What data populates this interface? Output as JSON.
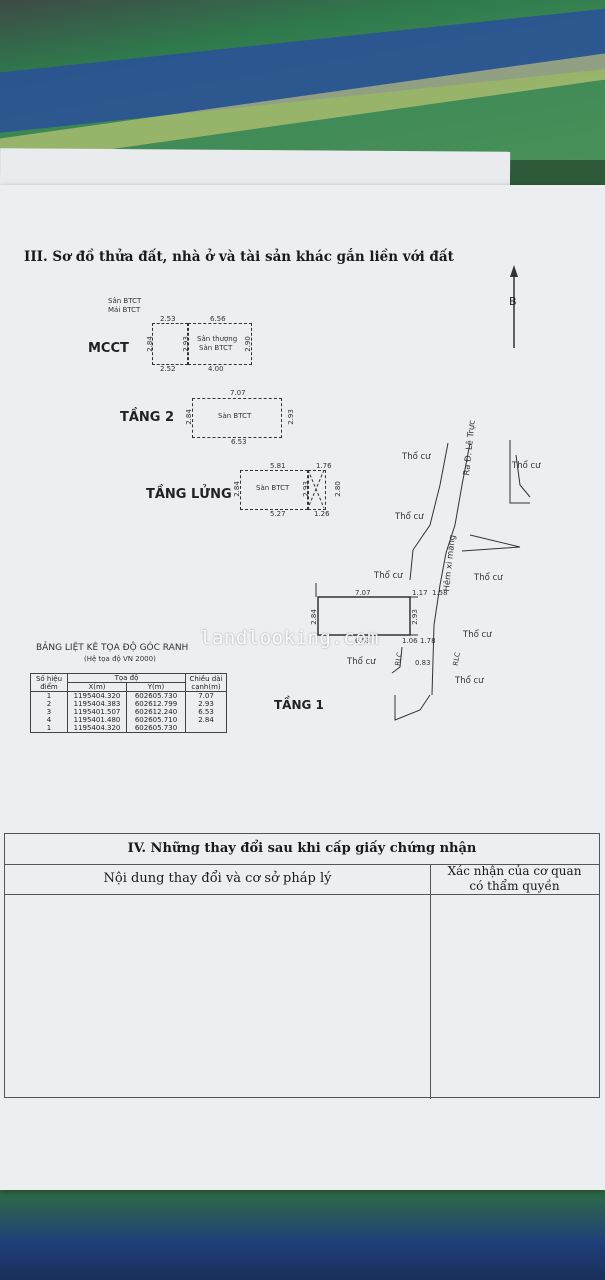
{
  "section3": {
    "title": "III. Sơ đồ thửa đất, nhà ở và tài sản khác gắn liền với đất",
    "north": "B"
  },
  "floors": {
    "mcct": {
      "label": "MCCT",
      "san_btct": "Sân BTCT",
      "mai_btct": "Mái BTCT",
      "inner_top": "Sân thượng",
      "inner_bottom": "Sàn BTCT",
      "dims": [
        "2.53",
        "6.56",
        "2.84",
        "2.93",
        "2.52",
        "4.00",
        "2.90"
      ]
    },
    "tang2": {
      "label": "TẦNG 2",
      "inner": "Sàn BTCT",
      "dims": [
        "7.07",
        "2.84",
        "2.93",
        "6.53"
      ]
    },
    "tanglung": {
      "label": "TẦNG LỬNG",
      "inner": "Sàn BTCT",
      "dims": [
        "5.81",
        "1.76",
        "2.84",
        "2.93",
        "5.27",
        "1.26",
        "2.80"
      ]
    },
    "tang1": {
      "label": "TẦNG 1",
      "dims": [
        "7.07",
        "1.17",
        "1.58",
        "2.84",
        "2.93",
        "6.53",
        "1.06",
        "1.78",
        "0.83"
      ],
      "labels": {
        "tho_cu_1": "Thổ cư",
        "le_truc": "Ra Đ. Lê Trực",
        "tho_cu_2": "Thổ cư",
        "tho_cu_3": "Thổ cư",
        "hem": "Hẻm xi măng",
        "tho_cu_4": "Thổ cư",
        "tho_cu_5": "Thổ cư",
        "tho_cu_6": "Thổ cư",
        "tho_cu_7": "Thổ cư",
        "tho_cu_8": "Thổ cư",
        "rlc1": "RLC",
        "rlc2": "RLC"
      }
    }
  },
  "watermark": "landlooking.com",
  "coord_table": {
    "title": "BẢNG LIỆT KÊ TỌA ĐỘ GÓC RANH",
    "subtitle": "(Hệ tọa độ VN 2000)",
    "head_so_hieu": "Số hiệu điểm",
    "head_toa_do": "Tọa độ",
    "head_x": "X(m)",
    "head_y": "Y(m)",
    "head_chieu_dai": "Chiều dài cạnh(m)",
    "rows": [
      {
        "id": "1",
        "x": "1195404.320",
        "y": "602605.730",
        "len": "7.07"
      },
      {
        "id": "2",
        "x": "1195404.383",
        "y": "602612.799",
        "len": "2.93"
      },
      {
        "id": "3",
        "x": "1195401.507",
        "y": "602612.240",
        "len": "6.53"
      },
      {
        "id": "4",
        "x": "1195401.480",
        "y": "602605.710",
        "len": "2.84"
      },
      {
        "id": "1",
        "x": "1195404.320",
        "y": "602605.730",
        "len": ""
      }
    ]
  },
  "section4": {
    "title": "IV. Những thay đổi sau khi cấp giấy chứng nhận",
    "col1": "Nội dung thay đổi và cơ sở pháp lý",
    "col2": "Xác nhận của cơ quan\ncó thẩm quyền"
  }
}
